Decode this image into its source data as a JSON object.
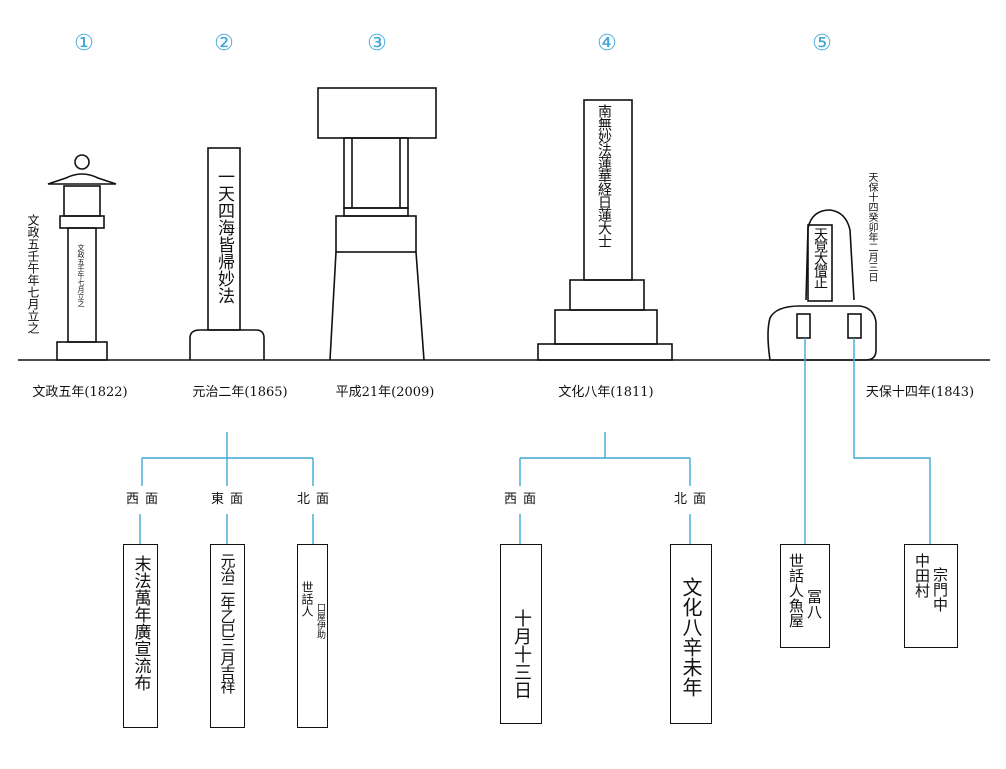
{
  "numbers": [
    "①",
    "②",
    "③",
    "④",
    "⑤"
  ],
  "dates": [
    "文政五年(1822)",
    "元治二年(1865)",
    "平成21年(2009)",
    "文化八年(1811)",
    "天保十四年(1843)"
  ],
  "monument1": {
    "side_text": "文政五壬午年七月立之",
    "post_text": "文政五壬午七月立之"
  },
  "monument2": {
    "text": "一天四海皆帰妙法"
  },
  "monument4": {
    "text": "南無妙法蓮華経日蓮大士"
  },
  "monument5": {
    "side_text": "天保十四癸卯年二月三日",
    "text": "天覚大僧正"
  },
  "faces": {
    "m2_west": "西面",
    "m2_east": "東面",
    "m2_north": "北面",
    "m4_west": "西面",
    "m4_north": "北面"
  },
  "inscriptions": {
    "m2_west": "末法萬年廣宣流布",
    "m2_east": "元治二年乙巳三月吉祥",
    "m2_north_a": "世話人",
    "m2_north_b": "口屋伊助",
    "m4_west": "十月十三日",
    "m4_north": "文化八辛未年",
    "m5_a_1": "世話人魚屋",
    "m5_a_2": "冨八",
    "m5_b_1": "中田村",
    "m5_b_2": "宗門中"
  },
  "colors": {
    "accent": "#3fa7d6",
    "line": "#111111"
  }
}
